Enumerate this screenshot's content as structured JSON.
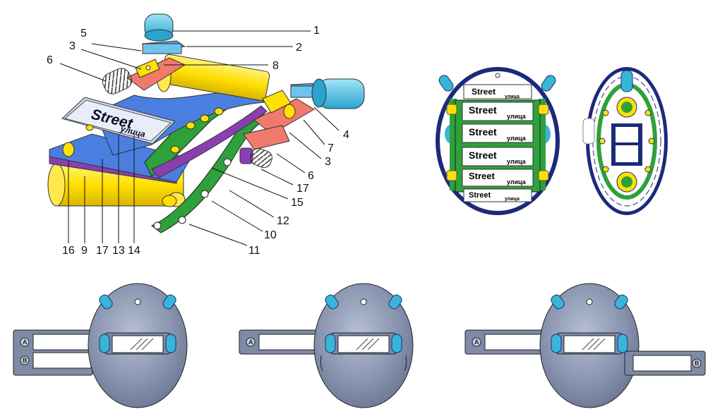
{
  "sign": {
    "line1": "Street",
    "line2": "улица"
  },
  "callouts": {
    "top_right": [
      "1",
      "2",
      "8",
      "4",
      "7",
      "3",
      "6",
      "17",
      "15",
      "12",
      "10",
      "11"
    ],
    "top_left": [
      "5",
      "3",
      "6"
    ],
    "bottom": [
      "16",
      "9",
      "17",
      "13",
      "14"
    ]
  },
  "strips": [
    {
      "line1": "Street",
      "line2": "улица"
    },
    {
      "line1": "Street",
      "line2": "улица"
    },
    {
      "line1": "Street",
      "line2": "улица"
    },
    {
      "line1": "Street",
      "line2": "улица"
    },
    {
      "line1": "Street",
      "line2": "улица"
    },
    {
      "line1": "Street",
      "line2": "улица"
    }
  ],
  "slides": {
    "a": "A",
    "b": "B"
  },
  "colors": {
    "blue_part": "#4a7fe0",
    "yellow_roller": "#ffe000",
    "green_frame": "#2fa13a",
    "salmon": "#f07a6c",
    "purple_belt": "#8a3fb0",
    "cyan_light": "#38b6d8",
    "helmet_grey": "#7e8aa6",
    "navy_outline": "#1c2a7a"
  }
}
